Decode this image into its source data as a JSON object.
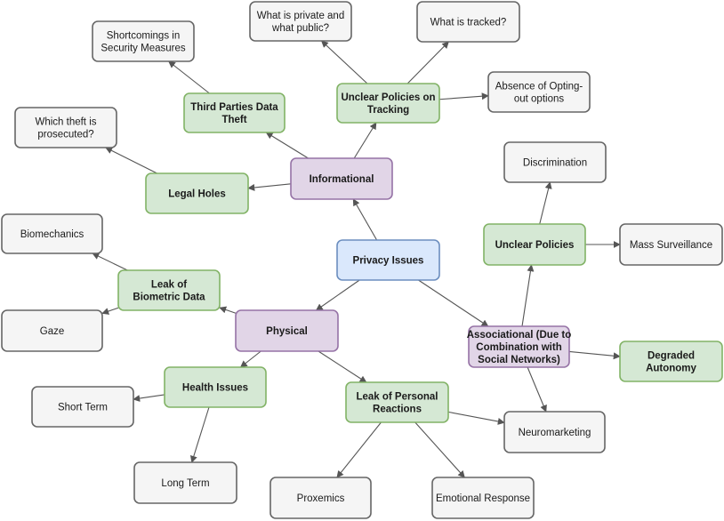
{
  "colors": {
    "root_fill": "#dae8fc",
    "root_stroke": "#6c8ebf",
    "category_fill": "#e1d5e7",
    "category_stroke": "#9673a6",
    "issue_fill": "#d5e8d4",
    "issue_stroke": "#82b366",
    "leaf_fill": "#f5f5f5",
    "leaf_stroke": "#666666",
    "edge": "#555555"
  },
  "nodes": {
    "root": {
      "lines": [
        "Privacy Issues"
      ]
    },
    "informational": {
      "lines": [
        "Informational"
      ]
    },
    "physical": {
      "lines": [
        "Physical"
      ]
    },
    "associational": {
      "lines": [
        "Associational (Due to",
        "Combination with",
        "Social Networks)"
      ]
    },
    "unclear_policies_tracking": {
      "lines": [
        "Unclear Policies on",
        "Tracking"
      ]
    },
    "third_parties": {
      "lines": [
        "Third Parties Data",
        "Theft"
      ]
    },
    "legal_holes": {
      "lines": [
        "Legal Holes"
      ]
    },
    "unclear_policies": {
      "lines": [
        "Unclear Policies"
      ]
    },
    "degraded_autonomy": {
      "lines": [
        "Degraded",
        "Autonomy"
      ]
    },
    "leak_biometric": {
      "lines": [
        "Leak of",
        "Biometric Data"
      ]
    },
    "health_issues": {
      "lines": [
        "Health Issues"
      ]
    },
    "leak_reactions": {
      "lines": [
        "Leak of Personal",
        "Reactions"
      ]
    },
    "private_public": {
      "lines": [
        "What is private and",
        "what public?"
      ]
    },
    "what_tracked": {
      "lines": [
        "What is tracked?"
      ]
    },
    "opting_out": {
      "lines": [
        "Absence of Opting-",
        "out options"
      ]
    },
    "shortcomings": {
      "lines": [
        "Shortcomings in",
        "Security Measures"
      ]
    },
    "which_theft": {
      "lines": [
        "Which theft is",
        "prosecuted?"
      ]
    },
    "discrimination": {
      "lines": [
        "Discrimination"
      ]
    },
    "mass_surveillance": {
      "lines": [
        "Mass Surveillance"
      ]
    },
    "neuromarketing": {
      "lines": [
        "Neuromarketing"
      ]
    },
    "biomechanics": {
      "lines": [
        "Biomechanics"
      ]
    },
    "gaze": {
      "lines": [
        "Gaze"
      ]
    },
    "short_term": {
      "lines": [
        "Short Term"
      ]
    },
    "long_term": {
      "lines": [
        "Long Term"
      ]
    },
    "proxemics": {
      "lines": [
        "Proxemics"
      ]
    },
    "emotional_response": {
      "lines": [
        "Emotional Response"
      ]
    }
  },
  "edges": [
    [
      "root",
      "informational"
    ],
    [
      "root",
      "physical"
    ],
    [
      "root",
      "associational"
    ],
    [
      "informational",
      "unclear_policies_tracking"
    ],
    [
      "informational",
      "third_parties"
    ],
    [
      "informational",
      "legal_holes"
    ],
    [
      "unclear_policies_tracking",
      "private_public"
    ],
    [
      "unclear_policies_tracking",
      "what_tracked"
    ],
    [
      "unclear_policies_tracking",
      "opting_out"
    ],
    [
      "third_parties",
      "shortcomings"
    ],
    [
      "legal_holes",
      "which_theft"
    ],
    [
      "associational",
      "unclear_policies"
    ],
    [
      "associational",
      "degraded_autonomy"
    ],
    [
      "associational",
      "neuromarketing"
    ],
    [
      "unclear_policies",
      "discrimination"
    ],
    [
      "unclear_policies",
      "mass_surveillance"
    ],
    [
      "physical",
      "leak_biometric"
    ],
    [
      "physical",
      "health_issues"
    ],
    [
      "physical",
      "leak_reactions"
    ],
    [
      "leak_biometric",
      "biomechanics"
    ],
    [
      "leak_biometric",
      "gaze"
    ],
    [
      "health_issues",
      "short_term"
    ],
    [
      "health_issues",
      "long_term"
    ],
    [
      "leak_reactions",
      "neuromarketing"
    ],
    [
      "leak_reactions",
      "proxemics"
    ],
    [
      "leak_reactions",
      "emotional_response"
    ]
  ]
}
